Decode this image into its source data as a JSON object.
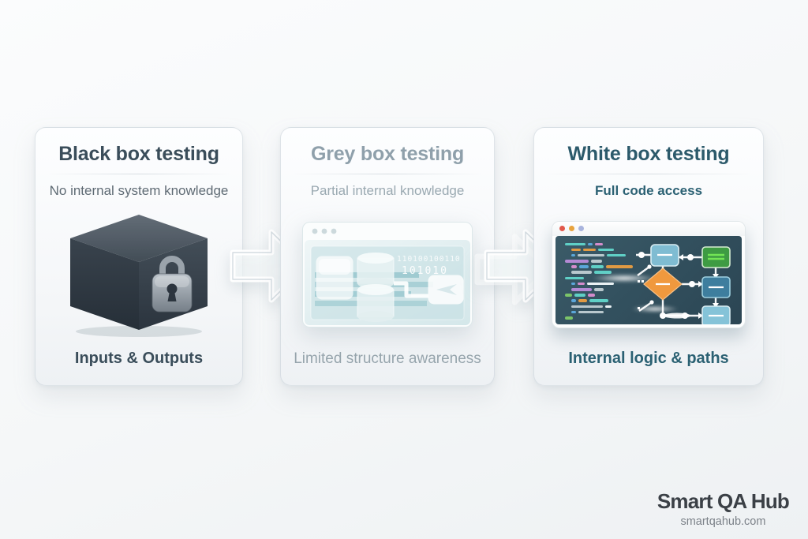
{
  "page": {
    "background_color": "#f5f7f8"
  },
  "cards": [
    {
      "title": "Black box testing",
      "subtitle": "No internal system knowledge",
      "footer": "Inputs & Outputs",
      "icon": "locked-cube-icon",
      "title_color": "#3a4d5a",
      "footer_color": "#3a4d5a"
    },
    {
      "title": "Grey box testing",
      "subtitle": "Partial internal knowledge",
      "footer": "Limited structure awareness",
      "icon": "translucent-system-window-icon",
      "title_color": "#8fa0ab",
      "footer_color": "#97a5ad",
      "binary_text_1": "110100100110",
      "binary_text_2": "101010"
    },
    {
      "title": "White box testing",
      "subtitle": "Full code access",
      "footer": "Internal logic & paths",
      "icon": "code-editor-flowchart-icon",
      "title_color": "#2c5a6b",
      "footer_color": "#2b6173"
    }
  ],
  "branding": {
    "logo_text": "Smart QA Hub",
    "website": "smartqahub.com"
  },
  "white_box_window": {
    "traffic_light_colors": [
      "#e2584a",
      "#e8a33d",
      "#a9b4dd"
    ],
    "editor_background": "#33515f",
    "flowchart_colors": {
      "diamond": "#f0993e",
      "node_light_blue": "#7fbcd2",
      "node_dark_blue": "#3e7e9e",
      "node_green": "#3e9b43",
      "connector": "#ffffff"
    },
    "code_colors": {
      "cyan": "#5fd0c6",
      "orange": "#e09a43",
      "pink": "#d48ccc",
      "purple": "#b48ad4",
      "green": "#7cc569",
      "blue": "#5ba7d9",
      "grey": "#b9c8cd",
      "white": "#eaf2f4"
    },
    "code_lines": [
      {
        "indent": 0,
        "segments": [
          {
            "c": "cyan",
            "w": 26
          },
          {
            "c": "blue",
            "w": 6
          },
          {
            "c": "pink",
            "w": 10
          }
        ]
      },
      {
        "indent": 1,
        "segments": [
          {
            "c": "orange",
            "w": 12
          },
          {
            "c": "orange",
            "w": 16
          },
          {
            "c": "cyan",
            "w": 20
          }
        ]
      },
      {
        "indent": 1,
        "segments": [
          {
            "c": "blue",
            "w": 5
          },
          {
            "c": "grey",
            "w": 34
          },
          {
            "c": "cyan",
            "w": 24
          }
        ]
      },
      {
        "indent": 0,
        "segments": [
          {
            "c": "purple",
            "w": 30
          },
          {
            "c": "grey",
            "w": 14
          }
        ]
      },
      {
        "indent": 1,
        "segments": [
          {
            "c": "pink",
            "w": 7
          },
          {
            "c": "blue",
            "w": 12
          },
          {
            "c": "cyan",
            "w": 16
          },
          {
            "c": "orange",
            "w": 34
          }
        ]
      },
      {
        "indent": 1,
        "segments": [
          {
            "c": "grey",
            "w": 26
          },
          {
            "c": "cyan",
            "w": 22
          }
        ]
      },
      {
        "indent": 0,
        "segments": [
          {
            "c": "cyan",
            "w": 24
          }
        ]
      },
      {
        "indent": 1,
        "segments": [
          {
            "c": "blue",
            "w": 5
          },
          {
            "c": "pink",
            "w": 9
          },
          {
            "c": "white",
            "w": 34
          }
        ]
      },
      {
        "indent": 1,
        "segments": [
          {
            "c": "purple",
            "w": 26
          },
          {
            "c": "grey",
            "w": 12
          }
        ]
      },
      {
        "indent": 0,
        "segments": [
          {
            "c": "green",
            "w": 9
          },
          {
            "c": "cyan",
            "w": 14
          },
          {
            "c": "pink",
            "w": 9
          }
        ]
      },
      {
        "indent": 1,
        "segments": [
          {
            "c": "blue",
            "w": 6
          },
          {
            "c": "orange",
            "w": 11
          },
          {
            "c": "cyan",
            "w": 24
          }
        ]
      },
      {
        "indent": 1,
        "segments": [
          {
            "c": "grey",
            "w": 40
          },
          {
            "c": "white",
            "w": 8
          }
        ]
      },
      {
        "indent": 1,
        "segments": [
          {
            "c": "blue",
            "w": 6
          },
          {
            "c": "grey",
            "w": 32
          }
        ]
      },
      {
        "indent": 0,
        "segments": [
          {
            "c": "green",
            "w": 10
          }
        ]
      }
    ]
  }
}
